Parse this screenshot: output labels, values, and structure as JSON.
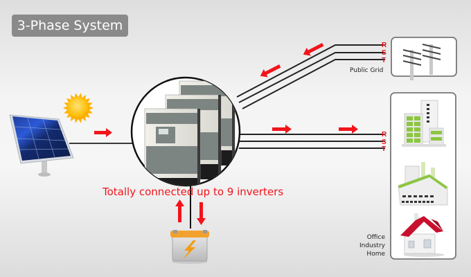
{
  "title": "3-Phase System",
  "grid": {
    "label": "Public Grid",
    "phases": [
      "R",
      "S",
      "T"
    ]
  },
  "load": {
    "phases": [
      "R",
      "S",
      "T"
    ],
    "label_lines": [
      "Office",
      "Industry",
      "Home"
    ]
  },
  "inverter_caption": "Totally connected up to 9 inverters",
  "components": {
    "solar": "solar-panel",
    "sun": "sun",
    "inverter_stack": "parallel-inverters",
    "battery": "battery",
    "grid": "utility-poles",
    "loads": [
      "office-building",
      "industry-factory",
      "home-house"
    ]
  },
  "colors": {
    "arrow": "#f2141b",
    "phase_label": "#e8101a",
    "badge_bg": "#8a8a8a",
    "wire": "#222222",
    "accent_green": "#8cc63f"
  }
}
